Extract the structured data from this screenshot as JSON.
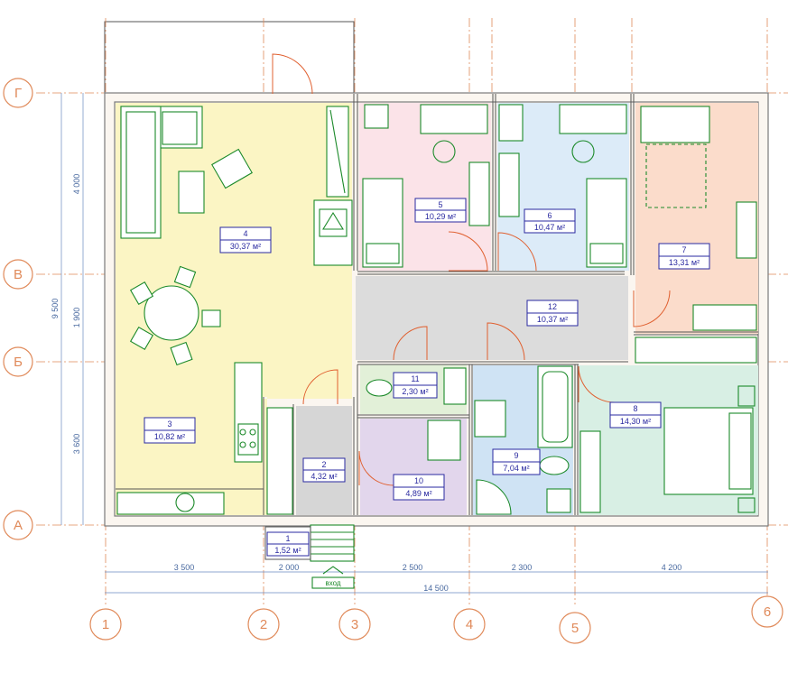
{
  "axes_letters": [
    {
      "label": "Г"
    },
    {
      "label": "В"
    },
    {
      "label": "Б"
    },
    {
      "label": "А"
    }
  ],
  "axes_numbers": [
    {
      "label": "1"
    },
    {
      "label": "2"
    },
    {
      "label": "3"
    },
    {
      "label": "4"
    },
    {
      "label": "5"
    },
    {
      "label": "6"
    }
  ],
  "rooms": [
    {
      "num": "1",
      "area": "1,52 м²",
      "color": "#ffffff"
    },
    {
      "num": "2",
      "area": "4,32 м²",
      "color": "#d6d6d6"
    },
    {
      "num": "3",
      "area": "10,82 м²",
      "color": "#fbf5c4"
    },
    {
      "num": "4",
      "area": "30,37 м²",
      "color": "#fbf5c4"
    },
    {
      "num": "5",
      "area": "10,29 м²",
      "color": "#fbe3e8"
    },
    {
      "num": "6",
      "area": "10,47 м²",
      "color": "#dcebf8"
    },
    {
      "num": "7",
      "area": "13,31 м²",
      "color": "#fbdccb"
    },
    {
      "num": "8",
      "area": "14,30 м²",
      "color": "#d8efe4"
    },
    {
      "num": "9",
      "area": "7,04 м²",
      "color": "#cfe3f4"
    },
    {
      "num": "10",
      "area": "4,89 м²",
      "color": "#e2d6ec"
    },
    {
      "num": "11",
      "area": "2,30 м²",
      "color": "#e2f0d8"
    },
    {
      "num": "12",
      "area": "10,37 м²",
      "color": "#dcdcdc"
    }
  ],
  "dims_bottom": [
    "3 500",
    "2 000",
    "2 500",
    "2 300",
    "4 200"
  ],
  "dim_total_bottom": "14 500",
  "dims_left": [
    "4 000",
    "1 900",
    "3 600"
  ],
  "dim_total_left": "9 500",
  "entry_label": "вход",
  "colors": {
    "axis": "#e08a5a",
    "furniture": "#1c8a2a",
    "label": "#2a2aa0",
    "door": "#e06030"
  }
}
